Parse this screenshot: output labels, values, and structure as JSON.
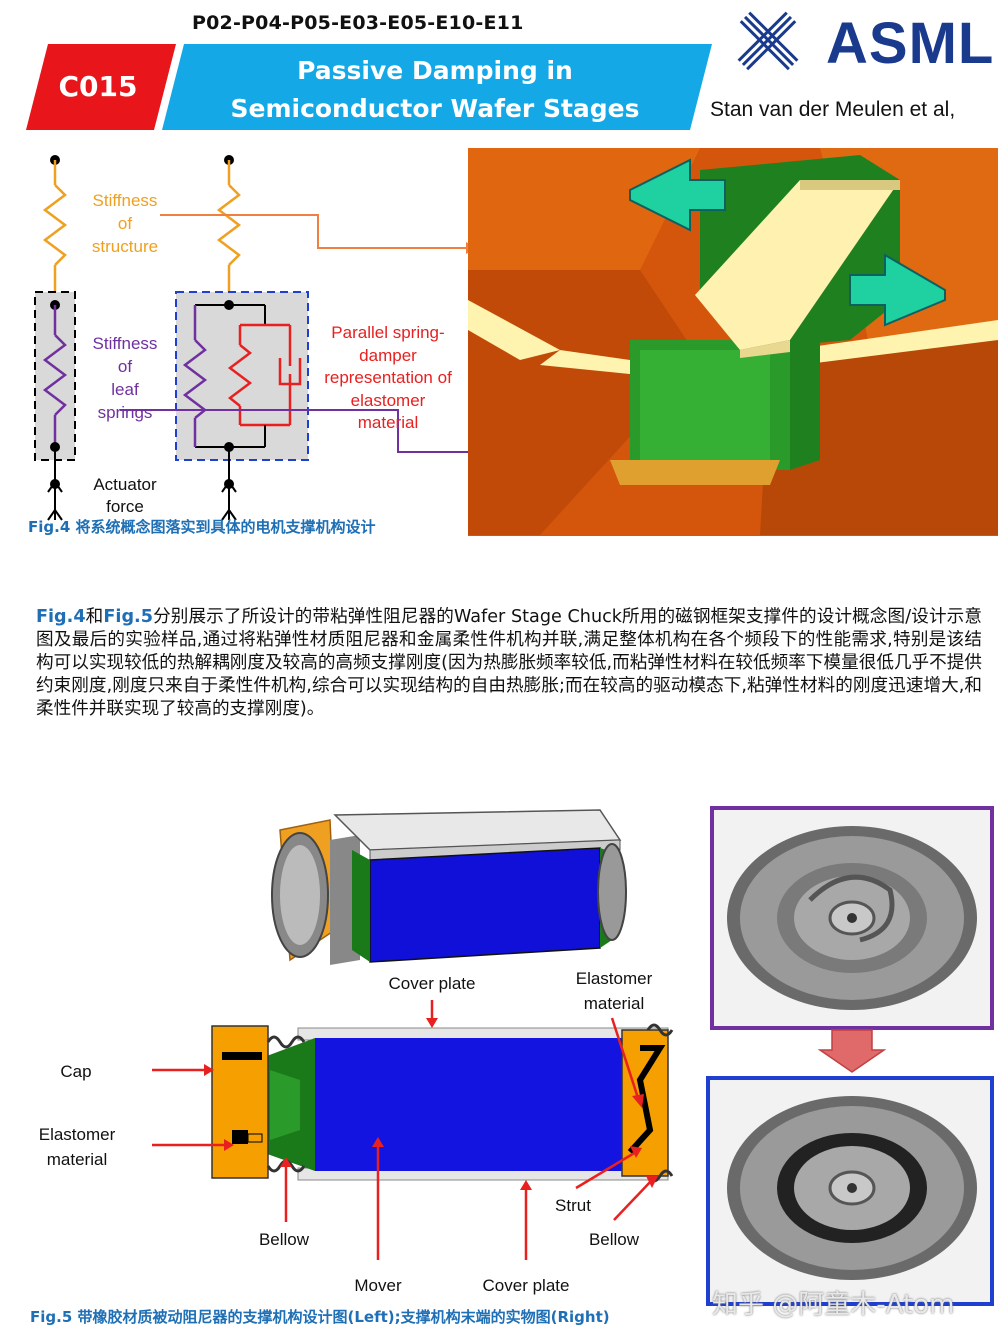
{
  "header": {
    "codes": "P02-P04-P05-E03-E05-E10-E11",
    "code_badge": "C015",
    "title_line1": "Passive Damping in",
    "title_line2": "Semiconductor Wafer Stages",
    "author": "Stan van der Meulen et al,",
    "logo_text": "ASML",
    "colors": {
      "badge": "#e8151b",
      "title_bg": "#14a9e6",
      "logo": "#1a3a8e"
    }
  },
  "fig4": {
    "label_structure": [
      "Stiffness",
      "of",
      "structure"
    ],
    "label_leaf": [
      "Stiffness",
      "of",
      "leaf",
      "springs"
    ],
    "label_parallel": [
      "Parallel spring-",
      "damper",
      "representation of",
      "elastomer",
      "material"
    ],
    "label_actuator": [
      "Actuator",
      "force"
    ],
    "caption_lead": "Fig.4",
    "caption_text": " 将系统概念图落实到具体的电机支撑机构设计"
  },
  "paragraph": {
    "fig4": "Fig.4",
    "and": "和",
    "fig5": "Fig.5",
    "text": "分别展示了所设计的带粘弹性阻尼器的Wafer Stage Chuck所用的磁钢框架支撑件的设计概念图/设计示意图及最后的实验样品,通过将粘弹性材质阻尼器和金属柔性件机构并联,满足整体机构在各个频段下的性能需求,特别是该结构可以实现较低的热解耦刚度及较高的高频支撑刚度(因为热膨胀频率较低,而粘弹性材料在较低频率下模量很低几乎不提供约束刚度,刚度只来自于柔性件机构,综合可以实现结构的自由热膨胀;而在较高的驱动模态下,粘弹性材料的刚度迅速增大,和柔性件并联实现了较高的支撑刚度)。"
  },
  "fig5": {
    "cover_plate_top": "Cover plate",
    "elastomer_right": [
      "Elastomer",
      "material"
    ],
    "cap": "Cap",
    "elastomer_left": [
      "Elastomer",
      "material"
    ],
    "strut": "Strut",
    "bellow_left": "Bellow",
    "bellow_right": "Bellow",
    "mover": "Mover",
    "cover_plate_bottom": "Cover plate",
    "caption_lead": "Fig.5",
    "caption_text": " 带橡胶材质被动阻尼器的支撑机构设计图(Left);支撑机构末端的实物图(Right)"
  },
  "watermark": "知乎 @阿童木-Atom"
}
